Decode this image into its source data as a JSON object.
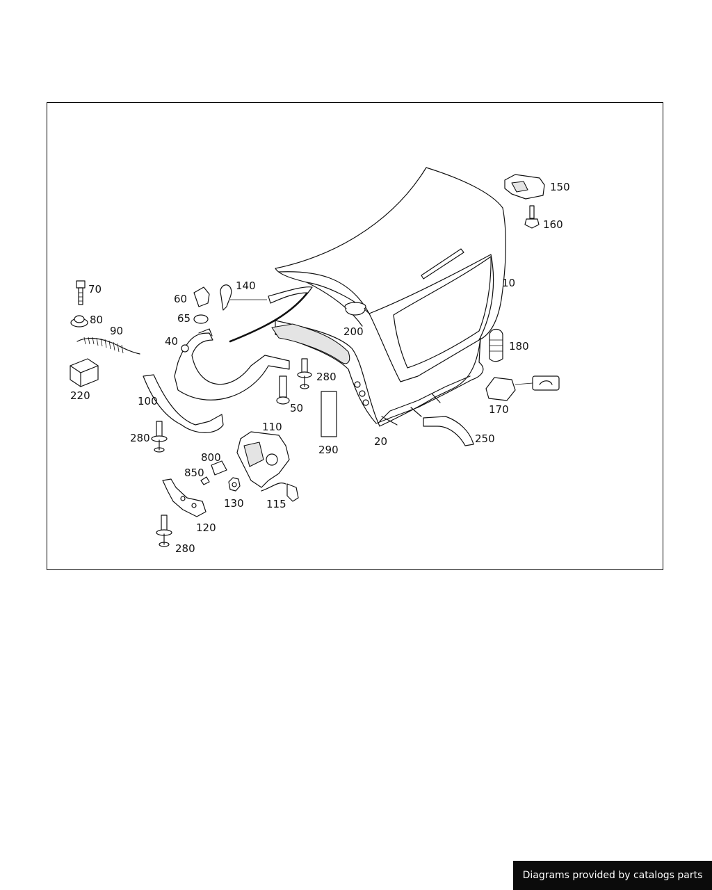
{
  "diagram": {
    "callouts": {
      "p10": "10",
      "p20": "20",
      "p40": "40",
      "p50": "50",
      "p60": "60",
      "p65": "65",
      "p70": "70",
      "p80": "80",
      "p90": "90",
      "p100": "100",
      "p110": "110",
      "p115": "115",
      "p120": "120",
      "p130": "130",
      "p140": "140",
      "p150": "150",
      "p160": "160",
      "p170": "170",
      "p180": "180",
      "p200": "200",
      "p220": "220",
      "p250": "250",
      "p280": "280",
      "p290": "290",
      "p800": "800",
      "p850": "850"
    }
  },
  "footer": {
    "credit": "Diagrams provided by catalogs parts"
  }
}
